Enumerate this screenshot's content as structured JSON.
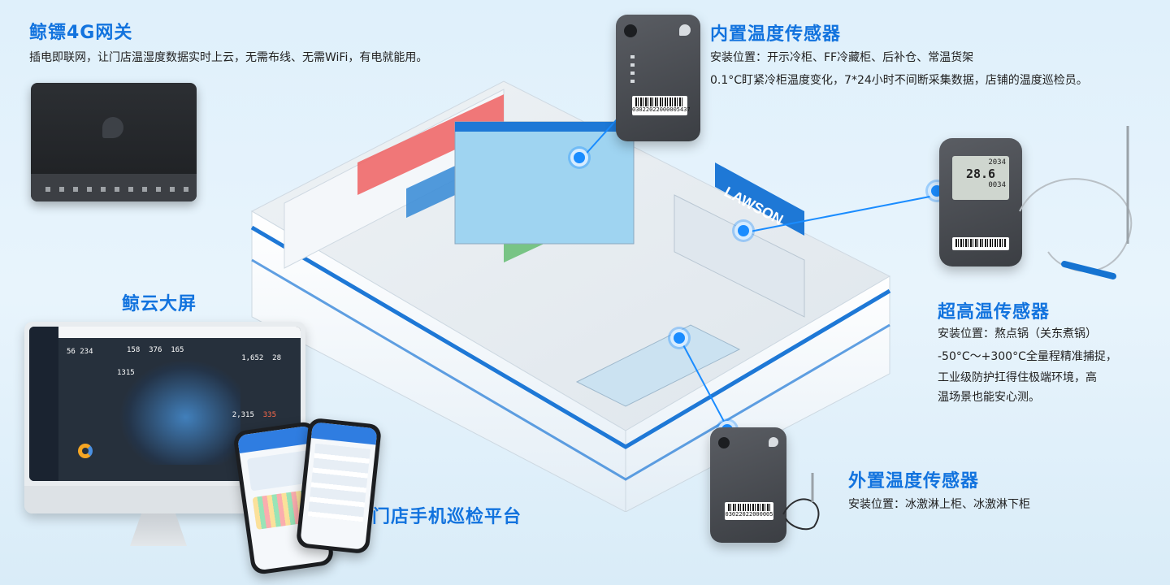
{
  "gateway": {
    "title": "鲸镖4G网关",
    "desc": "插电即联网，让门店温湿度数据实时上云，无需布线、无需WiFi，有电就能用。"
  },
  "builtin_sensor": {
    "title": "内置温度传感器",
    "line1": "安装位置：开示冷柜、FF冷藏柜、后补仓、常温货架",
    "line2": "0.1°C盯紧冷柜温度变化，7*24小时不间断采集数据，店铺的温度巡检员。",
    "serial": "03022022000005437"
  },
  "high_temp_sensor": {
    "title": "超高温传感器",
    "line1": "安装位置：熬点锅（关东煮锅）",
    "line2": "-50°C～+300°C全量程精准捕捉，",
    "line3": "工业级防护扛得住极端环境，高",
    "line4": "温场景也能安心测。",
    "lcd_top": "2034",
    "lcd_mid": "28.6",
    "lcd_bot": "0034"
  },
  "external_sensor": {
    "title": "外置温度传感器",
    "line1": "安装位置：冰激淋上柜、冰激淋下柜",
    "serial": "03022022000005"
  },
  "dashboard": {
    "title": "鲸云大屏",
    "stats": [
      "56",
      "234",
      "158",
      "376",
      "165",
      "1,652",
      "28",
      "1315",
      "2,315",
      "335"
    ]
  },
  "mobile": {
    "title": "门店手机巡检平台"
  },
  "store": {
    "brand": "LAWSON"
  },
  "colors": {
    "accent": "#1273de",
    "dot": "#1a8cff"
  }
}
